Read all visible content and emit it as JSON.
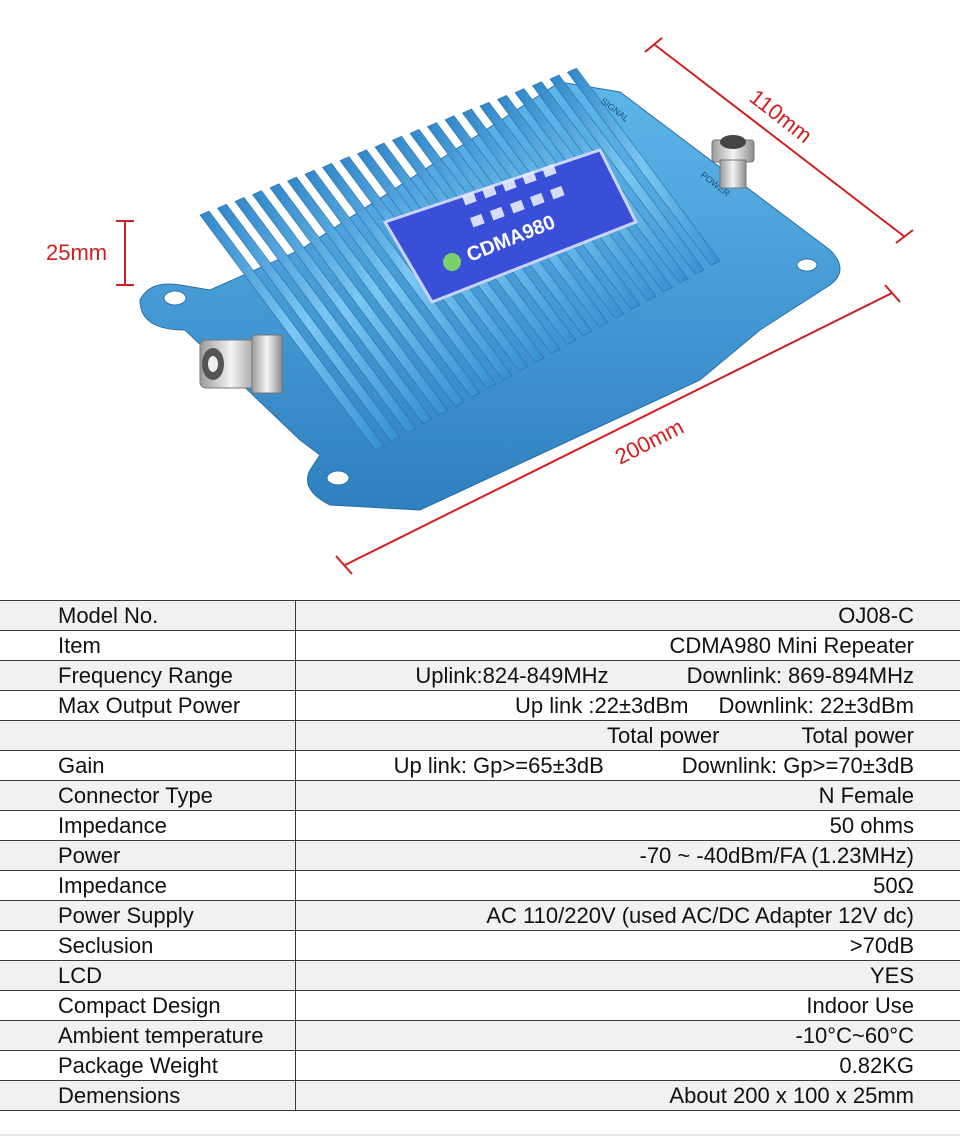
{
  "product_image": {
    "dimension_width": "110mm",
    "dimension_length": "200mm",
    "dimension_height": "25mm",
    "lcd_model_text": "CDMA980",
    "label_signal": "SIGNAL",
    "label_power": "POWER",
    "colors": {
      "body": "#4fa9e0",
      "dimension_lines": "#d11f1f",
      "lcd": "#3a4fd8"
    }
  },
  "specs": [
    {
      "label": "Model No.",
      "value": "OJ08-C"
    },
    {
      "label": "Item",
      "value": "CDMA980 Mini Repeater"
    },
    {
      "label": "Frequency Range",
      "value_left": "Uplink:824-849MHz",
      "value_right": "Downlink: 869-894MHz"
    },
    {
      "label": "Max Output Power",
      "value_left": "Up link :22±3dBm",
      "value_right": "Downlink: 22±3dBm"
    },
    {
      "label": "",
      "value_left": "Total power",
      "value_right": "Total power"
    },
    {
      "label": "Gain",
      "value_left": "Up link: Gp>=65±3dB",
      "value_right": "Downlink: Gp>=70±3dB"
    },
    {
      "label": "Connector Type",
      "value": "N Female"
    },
    {
      "label": "Impedance",
      "value": "50 ohms"
    },
    {
      "label": "Power",
      "value": "-70 ~ -40dBm/FA (1.23MHz)"
    },
    {
      "label": "Impedance",
      "value": "50Ω"
    },
    {
      "label": "Power Supply",
      "value": "AC 110/220V (used AC/DC Adapter 12V dc)"
    },
    {
      "label": "Seclusion",
      "value": ">70dB"
    },
    {
      "label": "LCD",
      "value": "YES"
    },
    {
      "label": "Compact Design",
      "value": "Indoor Use"
    },
    {
      "label": "Ambient temperature",
      "value": "-10°C~60°C"
    },
    {
      "label": "Package Weight",
      "value": "0.82KG"
    },
    {
      "label": "Demensions",
      "value": "About 200 x 100 x 25mm"
    }
  ]
}
